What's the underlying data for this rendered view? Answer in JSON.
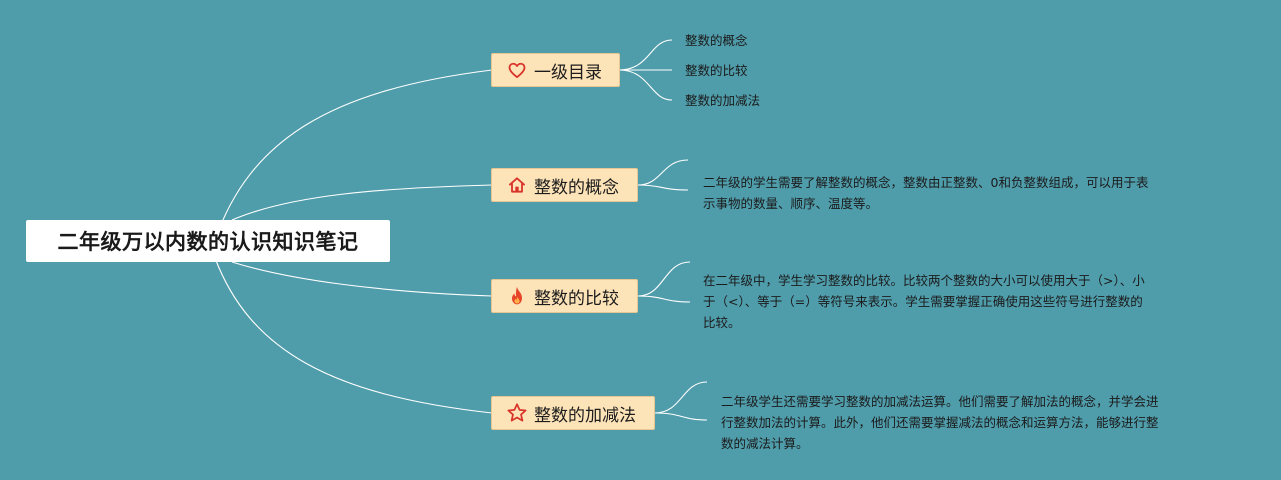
{
  "root": {
    "title": "二年级万以内数的认识知识笔记"
  },
  "branches": [
    {
      "label": "一级目录",
      "icon": "heart-icon",
      "children": [
        "整数的概念",
        "整数的比较",
        "整数的加减法"
      ]
    },
    {
      "label": "整数的概念",
      "icon": "house-icon",
      "text_lines": [
        "二年级的学生需要了解整数的概念，整数由正整数、0和负整数组成，可以用于表",
        "示事物的数量、顺序、温度等。"
      ]
    },
    {
      "label": "整数的比较",
      "icon": "fire-icon",
      "text_lines": [
        "在二年级中，学生学习整数的比较。比较两个整数的大小可以使用大于（>）、小",
        "于（<）、等于（=）等符号来表示。学生需要掌握正确使用这些符号进行整数的",
        "比较。"
      ]
    },
    {
      "label": "整数的加减法",
      "icon": "star-icon",
      "text_lines": [
        "二年级学生还需要学习整数的加减法运算。他们需要了解加法的概念，并学会进",
        "行整数加法的计算。此外，他们还需要掌握减法的概念和运算方法，能够进行整",
        "数的减法计算。"
      ]
    }
  ],
  "colors": {
    "background": "#4f9caa",
    "branch_fill": "#fde3b8",
    "line": "#ffffff",
    "heart": "#d9342b",
    "house": "#d9342b",
    "fire": "#e6452a",
    "star": "#d9342b"
  }
}
